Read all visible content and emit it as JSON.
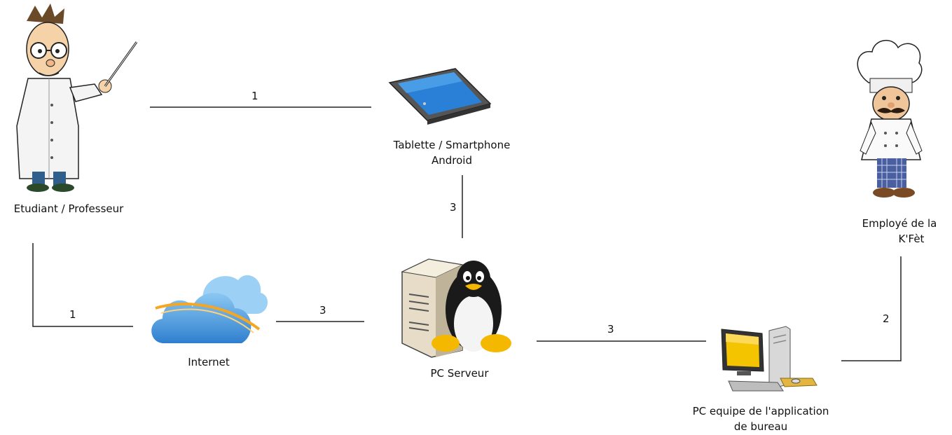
{
  "nodes": {
    "user": {
      "label": "Etudiant / Professeur",
      "icon": "professor-icon"
    },
    "tablet": {
      "label_line1": "Tablette / Smartphone",
      "label_line2": "Android",
      "icon": "tablet-icon"
    },
    "employee": {
      "label_line1": "Employé de la",
      "label_line2": "K'Fèt",
      "icon": "chef-icon"
    },
    "internet": {
      "label": "Internet",
      "icon": "cloud-icon"
    },
    "server": {
      "label": "PC Serveur",
      "icon": "linux-server-icon"
    },
    "desktop": {
      "label_line1": "PC equipe de l'application",
      "label_line2": "de bureau",
      "icon": "desktop-computer-icon"
    }
  },
  "edges": {
    "user_tablet": "1",
    "user_internet": "1",
    "internet_server": "3",
    "tablet_server": "3",
    "server_desktop": "3",
    "employee_desktop": "2"
  },
  "colors": {
    "line": "#222222",
    "screen_blue": "#2a7fd6",
    "cloud_blue": "#3a8fd8",
    "cloud_orange": "#f5a623",
    "penguin_yellow": "#f5b800",
    "monitor_yellow": "#f5c400"
  }
}
